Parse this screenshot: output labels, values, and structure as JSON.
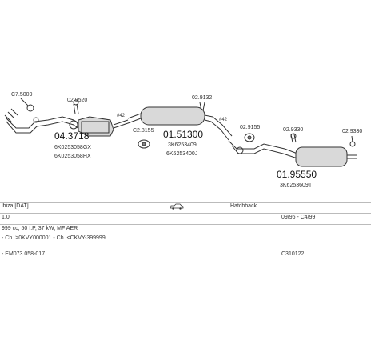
{
  "parts": {
    "p1": "C7.5009",
    "p2": "02.9520",
    "p3_num": "04.3718",
    "p3_ref1": "6K0253058GX",
    "p3_ref2": "6K0253058HX",
    "p4": "#42",
    "p5": "C2.8155",
    "p6": "02.9132",
    "p7_num": "01.51300",
    "p7_ref1": "3K6253409",
    "p7_ref2": "6K6253400J",
    "p8": "#42",
    "p9": "02.9155",
    "p10": "02.9330",
    "p11": "02.9330",
    "p12_num": "01.95550",
    "p12_ref": "3K6253609T"
  },
  "info": {
    "model": "lbiza [DAT]",
    "body_type": "Hatchback",
    "engine": "1.0i",
    "years": "09/96 - C4/99",
    "spec": "999 cc, 50 I.P, 37 kW, MF AER",
    "chassis": "- Ch. >0KVY000001 - Ch. <CKVY-399999",
    "code": "- EM073.058-017",
    "ref": "C310122"
  },
  "colors": {
    "line": "#333333",
    "fill": "#d9d9d9",
    "rule": "#bbbbbb"
  },
  "icons": {
    "car": "car-icon"
  }
}
